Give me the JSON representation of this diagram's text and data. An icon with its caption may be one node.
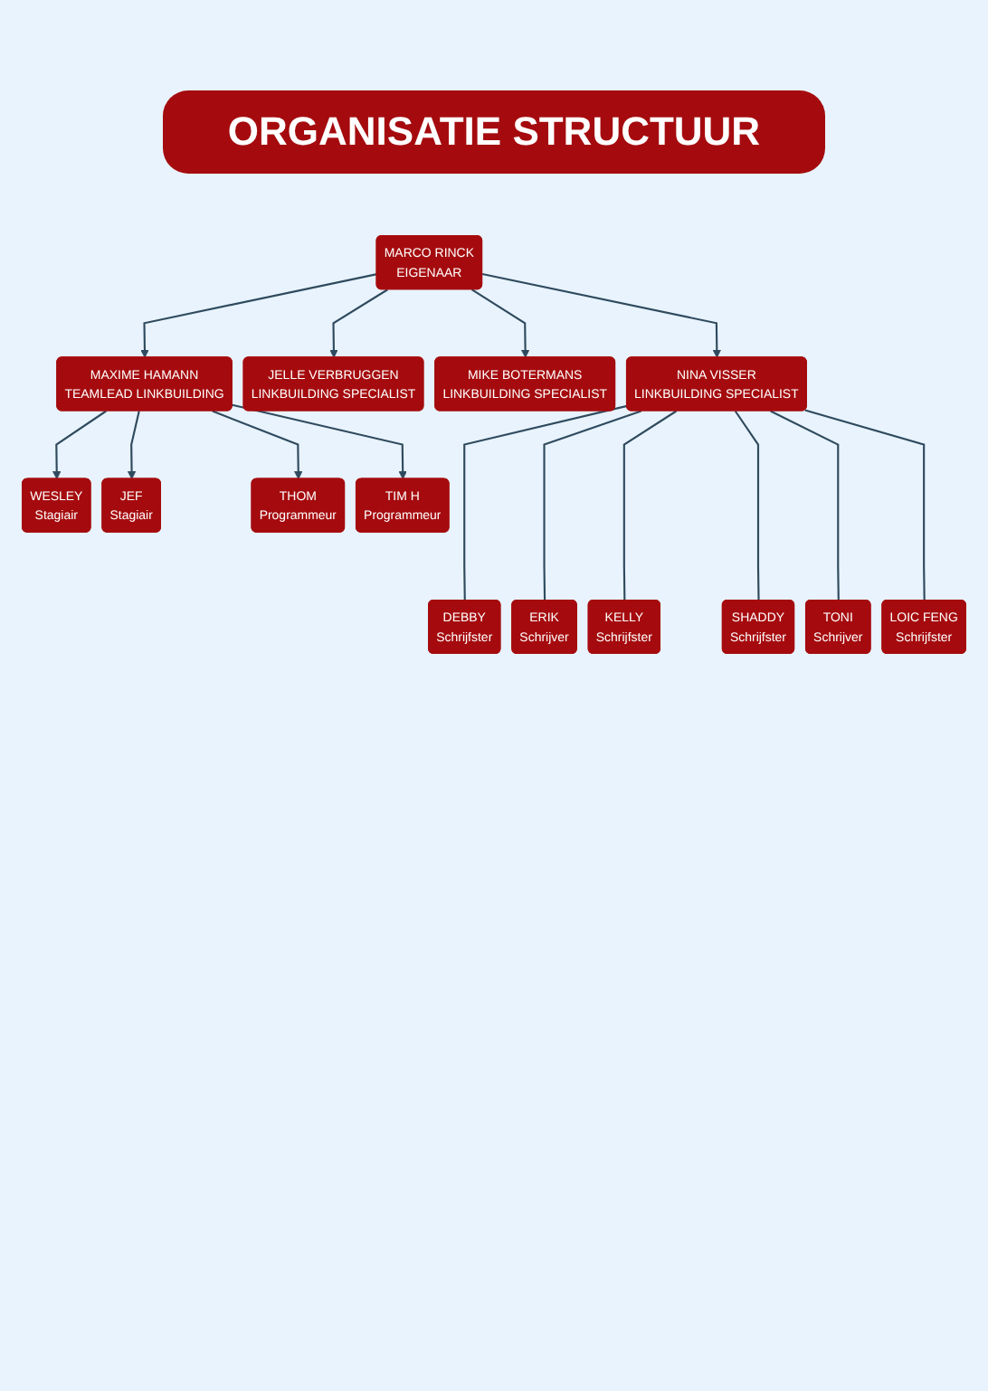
{
  "diagram": {
    "title": "ORGANISATIE STRUCTUUR",
    "nodes": [
      {
        "text": [
          "MARCO RINCK",
          "EIGENAAR"
        ]
      },
      {
        "text": [
          "MAXIME HAMANN",
          "TEAMLEAD LINKBUILDING"
        ]
      },
      {
        "text": [
          "JELLE VERBRUGGEN",
          "LINKBUILDING SPECIALIST"
        ]
      },
      {
        "text": [
          "MIKE BOTERMANS",
          "LINKBUILDING SPECIALIST"
        ]
      },
      {
        "text": [
          "NINA VISSER",
          "LINKBUILDING SPECIALIST"
        ]
      },
      {
        "text": [
          "WESLEY",
          "Stagiair"
        ]
      },
      {
        "text": [
          "JEF",
          "Stagiair"
        ]
      },
      {
        "text": [
          "THOM",
          "Programmeur"
        ]
      },
      {
        "text": [
          "TIM H",
          "Programmeur"
        ]
      },
      {
        "text": [
          "DEBBY",
          "Schrijfster"
        ]
      },
      {
        "text": [
          "ERIK",
          "Schrijver"
        ]
      },
      {
        "text": [
          "KELLY",
          "Schrijfster"
        ]
      },
      {
        "text": [
          "SHADDY",
          "Schrijfster"
        ]
      },
      {
        "text": [
          "TONI",
          "Schrijver"
        ]
      },
      {
        "text": [
          "LOIC FENG",
          "Schrijfster"
        ]
      }
    ],
    "edges": [
      {
        "from": 0,
        "to": 1,
        "arrow": "to"
      },
      {
        "from": 0,
        "to": 2,
        "arrow": "to"
      },
      {
        "from": 0,
        "to": 3,
        "arrow": "to"
      },
      {
        "from": 0,
        "to": 4,
        "arrow": "to"
      },
      {
        "from": 1,
        "to": 5,
        "arrow": "to"
      },
      {
        "from": 1,
        "to": 6,
        "arrow": "to"
      },
      {
        "from": 1,
        "to": 7,
        "arrow": "to"
      },
      {
        "from": 1,
        "to": 8,
        "arrow": "to"
      },
      {
        "from": 4,
        "to": 9,
        "arrow": "none"
      },
      {
        "from": 4,
        "to": 10,
        "arrow": "none"
      },
      {
        "from": 4,
        "to": 11,
        "arrow": "none"
      },
      {
        "from": 4,
        "to": 12,
        "arrow": "none"
      },
      {
        "from": 4,
        "to": 13,
        "arrow": "none"
      },
      {
        "from": 4,
        "to": 14,
        "arrow": "none"
      }
    ]
  }
}
